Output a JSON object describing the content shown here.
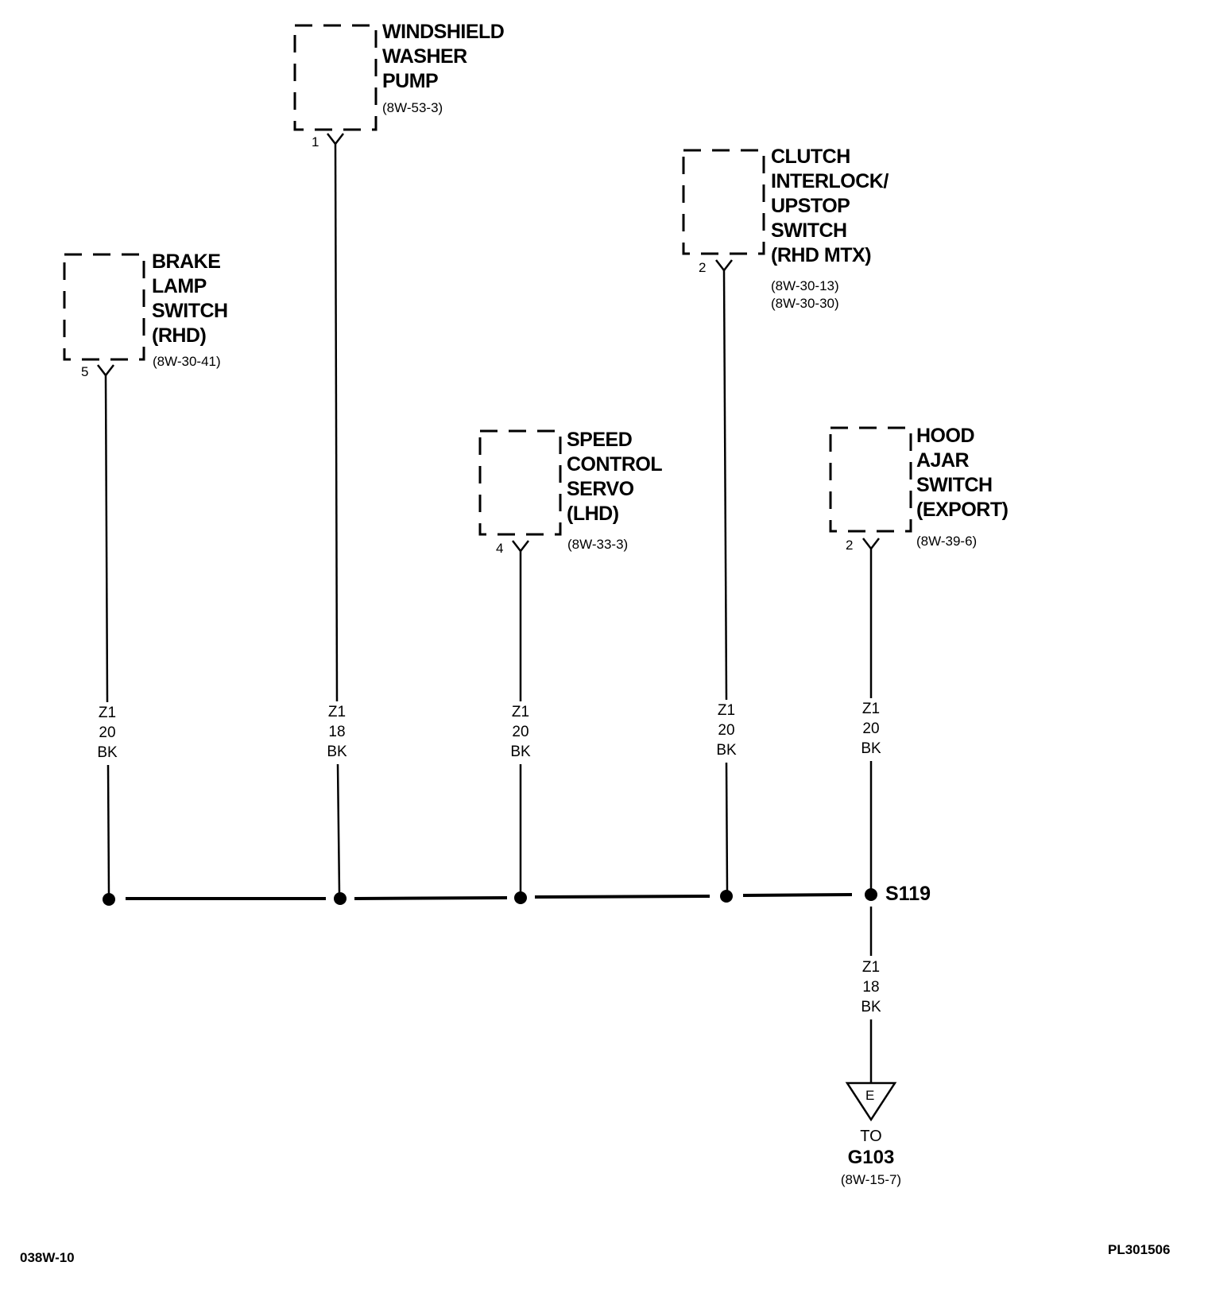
{
  "components": {
    "brake_lamp_switch": {
      "name": "BRAKE\nLAMP\nSWITCH\n(RHD)",
      "ref": "(8W-30-41)",
      "pin": "5"
    },
    "washer_pump": {
      "name": "WINDSHIELD\nWASHER\nPUMP",
      "ref": "(8W-53-3)",
      "pin": "1"
    },
    "speed_control_servo": {
      "name": "SPEED\nCONTROL\nSERVO\n(LHD)",
      "ref": "(8W-33-3)",
      "pin": "4"
    },
    "clutch_switch": {
      "name": "CLUTCH\nINTERLOCK/\nUPSTOP\nSWITCH\n(RHD MTX)",
      "ref": "(8W-30-13)\n(8W-30-30)",
      "pin": "2"
    },
    "hood_ajar_switch": {
      "name": "HOOD\nAJAR\nSWITCH\n(EXPORT)",
      "ref": "(8W-39-6)",
      "pin": "2"
    }
  },
  "wires": {
    "brake": {
      "circuit": "Z1",
      "gauge": "20",
      "color": "BK"
    },
    "washer": {
      "circuit": "Z1",
      "gauge": "18",
      "color": "BK"
    },
    "servo": {
      "circuit": "Z1",
      "gauge": "20",
      "color": "BK"
    },
    "clutch": {
      "circuit": "Z1",
      "gauge": "20",
      "color": "BK"
    },
    "hood": {
      "circuit": "Z1",
      "gauge": "20",
      "color": "BK"
    },
    "ground": {
      "circuit": "Z1",
      "gauge": "18",
      "color": "BK"
    }
  },
  "splice": {
    "id": "S119"
  },
  "ground": {
    "connector": "E",
    "to": "TO",
    "id": "G103",
    "ref": "(8W-15-7)"
  },
  "footer": {
    "left": "038W-10",
    "right": "PL301506"
  }
}
